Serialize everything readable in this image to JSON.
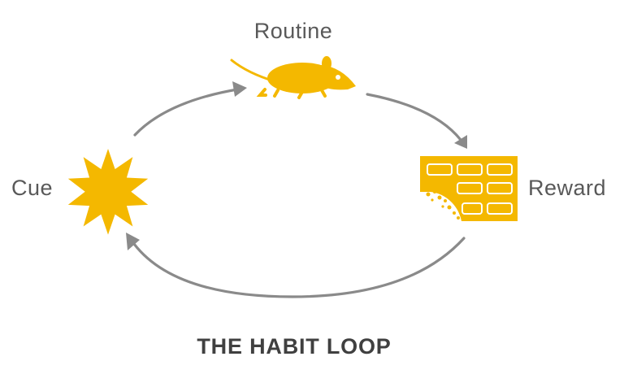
{
  "title": "THE HABIT LOOP",
  "nodes": {
    "routine": {
      "label": "Routine",
      "icon": "mouse-icon"
    },
    "cue": {
      "label": "Cue",
      "icon": "starburst-icon"
    },
    "reward": {
      "label": "Reward",
      "icon": "cheese-block-icon"
    }
  },
  "colors": {
    "accent": "#f4b800",
    "arrow": "#8a8a8a",
    "label": "#595959",
    "title": "#404040"
  }
}
